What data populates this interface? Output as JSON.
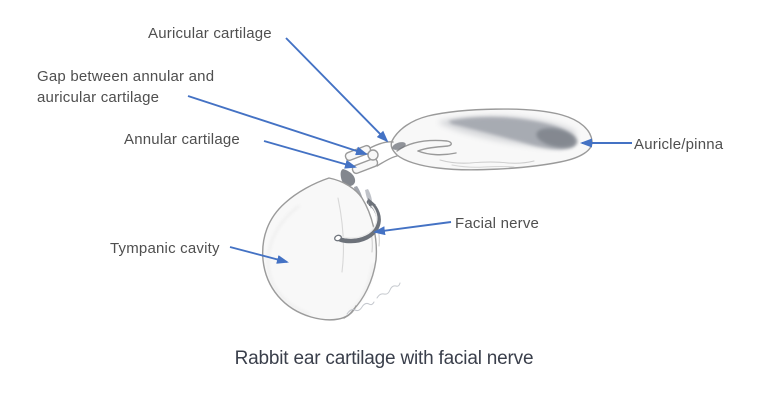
{
  "diagram": {
    "caption": "Rabbit ear cartilage with facial nerve",
    "labels": {
      "auricular_cartilage": "Auricular cartilage",
      "gap": "Gap between annular and auricular cartilage",
      "annular_cartilage": "Annular cartilage",
      "auricle_pinna": "Auricle/pinna",
      "facial_nerve": "Facial nerve",
      "tympanic_cavity": "Tympanic cavity"
    },
    "colors": {
      "arrow": "#4472c4",
      "label_text": "#4f4f4f",
      "caption_text": "#3a3f4b",
      "sketch_outline": "#9a9a9a",
      "sketch_fill": "#f8f8f8",
      "sketch_shade": "#8b909a",
      "sketch_dark": "#6d727a",
      "sketch_light": "#c6c6c6",
      "signature": "#bfc3c9",
      "background": "#ffffff"
    }
  }
}
